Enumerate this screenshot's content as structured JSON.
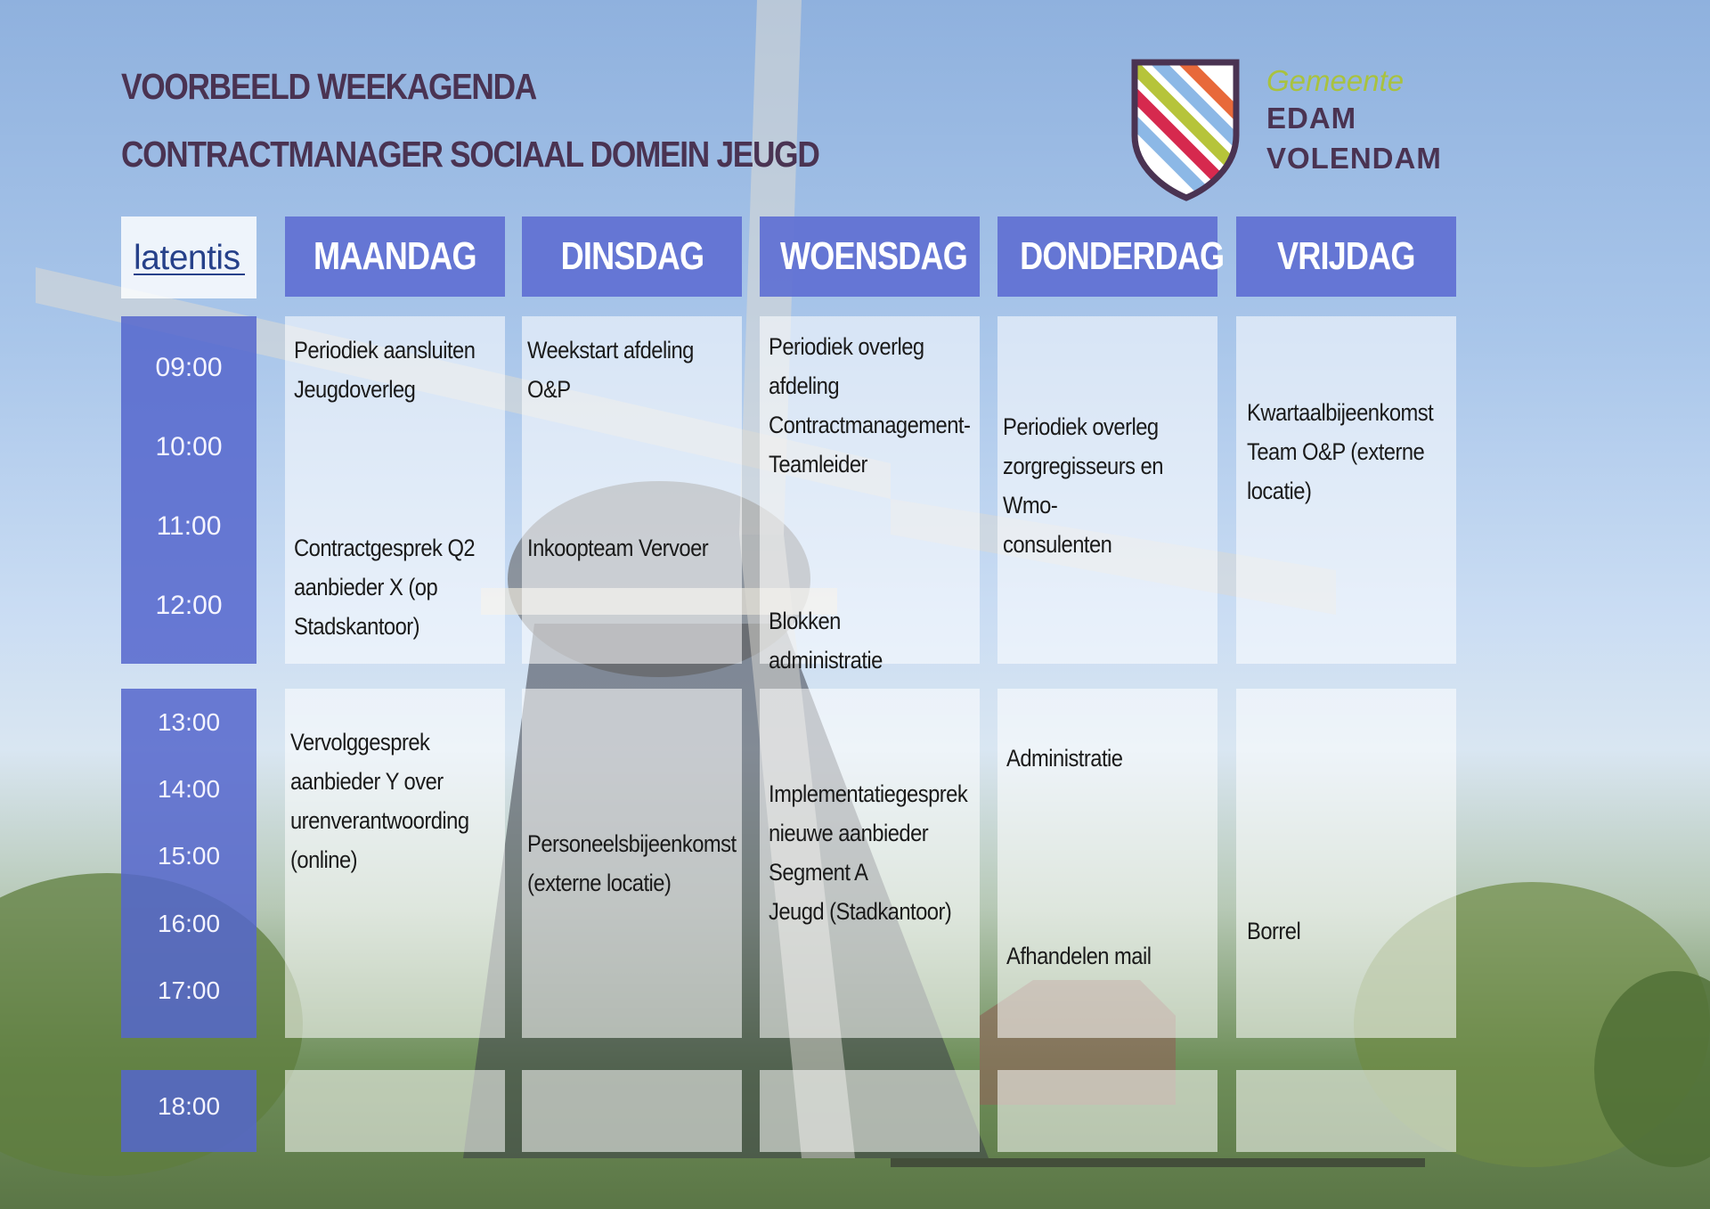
{
  "title": {
    "line1": "VOORBEELD WEEKAGENDA",
    "line2": "CONTRACTMANAGER SOCIAAL DOMEIN JEUGD"
  },
  "logo": {
    "prefix": "Gemeente",
    "line1": "EDAM",
    "line2": "VOLENDAM",
    "colors": {
      "purple": "#4a3352",
      "orange": "#e8693a",
      "blue": "#8cb8e6",
      "lime": "#b6c43a",
      "red": "#d6294e"
    }
  },
  "brand": {
    "label": "latentis"
  },
  "days": [
    "MAANDAG",
    "DINSDAG",
    "WOENSDAG",
    "DONDERDAG",
    "VRIJDAG"
  ],
  "times_morning": [
    "09:00",
    "10:00",
    "11:00",
    "12:00"
  ],
  "times_afternoon": [
    "13:00",
    "14:00",
    "15:00",
    "16:00",
    "17:00"
  ],
  "times_evening": [
    "18:00"
  ],
  "events": {
    "maandag": [
      "Periodiek aansluiten\nJeugdoverleg",
      "Contractgesprek Q2\naanbieder X (op\nStadskantoor)",
      "Vervolggesprek\naanbieder Y over\nurenverantwoording\n(online)"
    ],
    "dinsdag": [
      "Weekstart afdeling O&P",
      "Inkoopteam Vervoer",
      "Personeelsbijeenkomst\n(externe locatie)"
    ],
    "woensdag": [
      "Periodiek overleg\nafdeling\nContractmanagement-\nTeamleider",
      "Blokken administratie",
      "Implementatiegesprek\nnieuwe aanbieder\nSegment A\nJeugd (Stadkantoor)"
    ],
    "donderdag": [
      "Periodiek overleg\nzorgregisseurs en Wmo-\nconsulenten",
      "Administratie",
      "Afhandelen mail"
    ],
    "vrijdag": [
      "Kwartaalbijeenkomst\nTeam O&P (externe\nlocatie)",
      "Borrel"
    ]
  },
  "colors": {
    "header": "#5f70d2",
    "time_col": "#5566cd",
    "title": "#4a3352"
  }
}
